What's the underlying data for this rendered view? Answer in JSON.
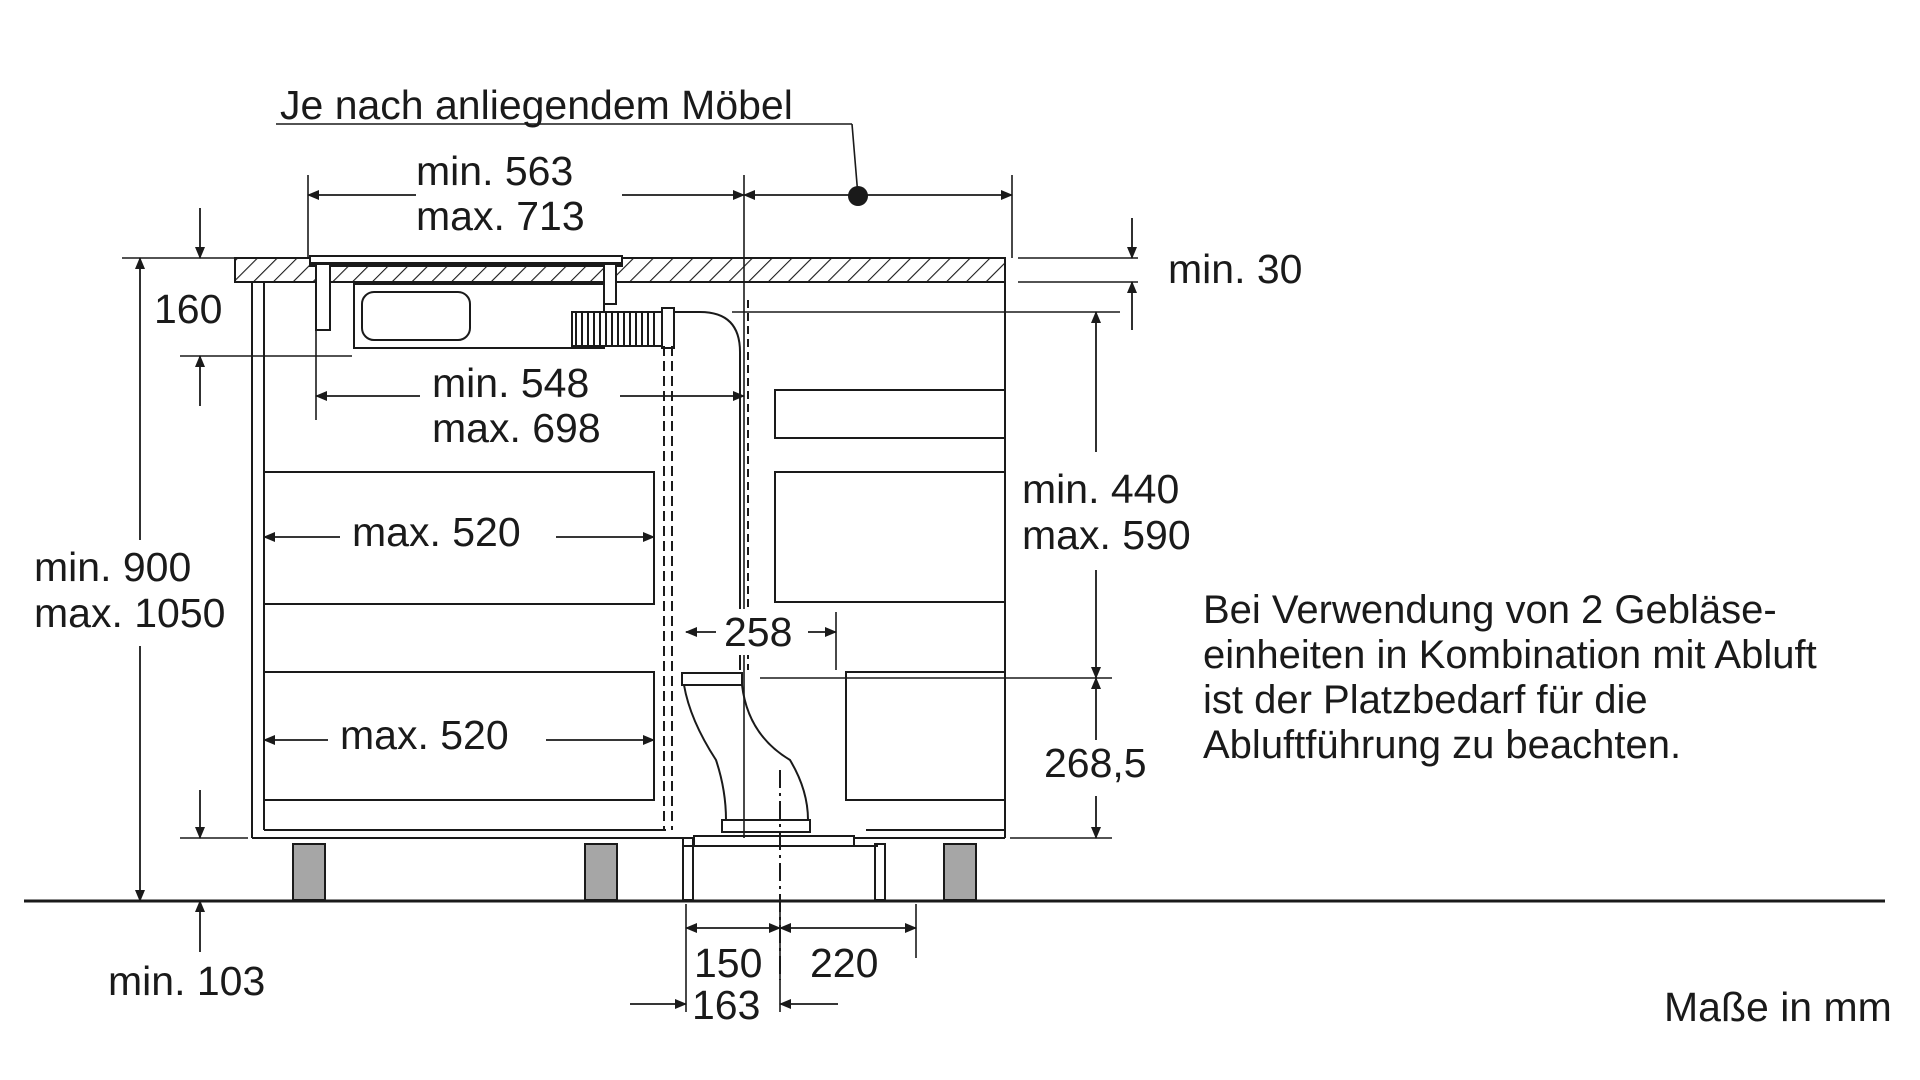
{
  "labels": {
    "furniture_note": "Je nach anliegendem Möbel",
    "top_width_min": "min. 563",
    "top_width_max": "max. 713",
    "inner_width_min": "min. 548",
    "inner_width_max": "max. 698",
    "depth_160": "160",
    "worktop_min": "min. 30",
    "drawer_upper": "max. 520",
    "drawer_lower": "max. 520",
    "total_height_min": "min. 900",
    "total_height_max": "max. 1050",
    "right_height_min": "min. 440",
    "right_height_max": "max. 590",
    "duct_258": "258",
    "duct_268": "268,5",
    "plinth_min": "min. 103",
    "bottom_150": "150",
    "bottom_220": "220",
    "bottom_163": "163",
    "units": "Maße in mm"
  },
  "note": {
    "lines": [
      "Bei Verwendung von 2 Gebläse-",
      "einheiten in Kombination mit Abluft",
      "ist der Platzbedarf für die",
      "Abluftführung zu beachten."
    ]
  },
  "colors": {
    "line": "#1a1a1a",
    "leg_fill": "#a6a6a6",
    "background": "#ffffff"
  }
}
